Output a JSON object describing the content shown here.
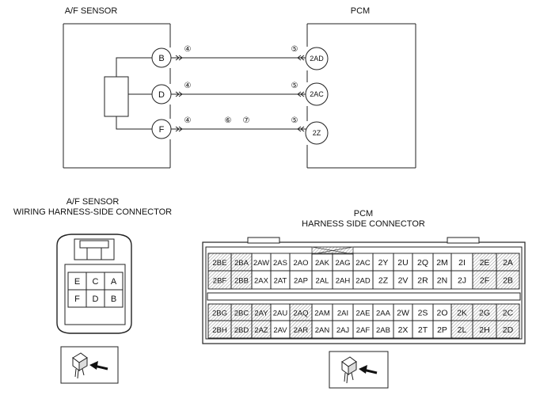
{
  "schematic": {
    "sensor_title": "A/F SENSOR",
    "pcm_title": "PCM",
    "wires": [
      {
        "sensor_pin": "B",
        "pcm_pin": "2AD",
        "left_mark": "④",
        "right_mark": "⑤",
        "mid_marks": []
      },
      {
        "sensor_pin": "D",
        "pcm_pin": "2AC",
        "left_mark": "④",
        "right_mark": "⑤",
        "mid_marks": []
      },
      {
        "sensor_pin": "F",
        "pcm_pin": "2Z",
        "left_mark": "④",
        "right_mark": "⑤",
        "mid_marks": [
          "⑥",
          "⑦"
        ]
      }
    ]
  },
  "sensor_connector": {
    "title_line1": "A/F SENSOR",
    "title_line2": "WIRING HARNESS-SIDE CONNECTOR",
    "rows": [
      [
        "E",
        "C",
        "A"
      ],
      [
        "F",
        "D",
        "B"
      ]
    ]
  },
  "pcm_connector": {
    "title_line1": "PCM",
    "title_line2": "HARNESS SIDE CONNECTOR",
    "upper_rows": [
      [
        "2BE",
        "2BA",
        "2AW",
        "2AS",
        "2AO",
        "2AK",
        "2AG",
        "2AC",
        "2Y",
        "2U",
        "2Q",
        "2M",
        "2I",
        "2E",
        "2A"
      ],
      [
        "2BF",
        "2BB",
        "2AX",
        "2AT",
        "2AP",
        "2AL",
        "2AH",
        "2AD",
        "2Z",
        "2V",
        "2R",
        "2N",
        "2J",
        "2F",
        "2B"
      ]
    ],
    "lower_rows": [
      [
        "2BG",
        "2BC",
        "2AY",
        "2AU",
        "2AQ",
        "2AM",
        "2AI",
        "2AE",
        "2AA",
        "2W",
        "2S",
        "2O",
        "2K",
        "2G",
        "2C"
      ],
      [
        "2BH",
        "2BD",
        "2AZ",
        "2AV",
        "2AR",
        "2AN",
        "2AJ",
        "2AF",
        "2AB",
        "2X",
        "2T",
        "2P",
        "2L",
        "2H",
        "2D"
      ]
    ]
  }
}
